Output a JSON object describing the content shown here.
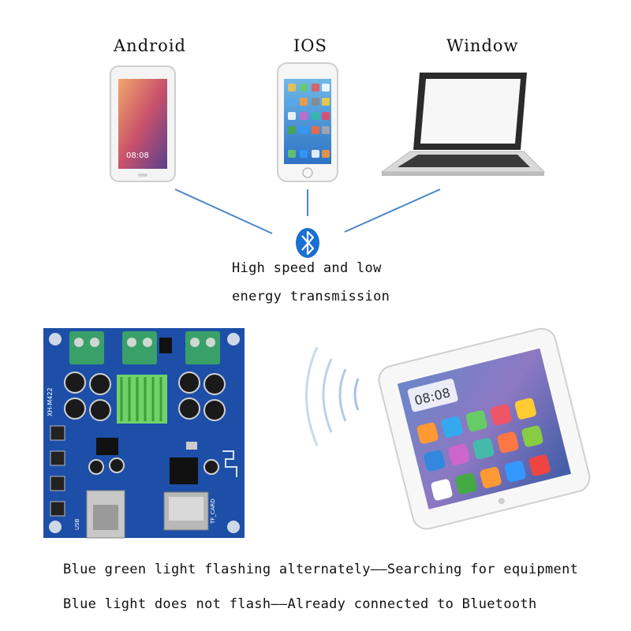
{
  "devices": [
    {
      "label": "Android"
    },
    {
      "label": "IOS"
    },
    {
      "label": "Window"
    }
  ],
  "phone_clock": "08:08",
  "bluetooth": {
    "icon": "bluetooth-icon",
    "color": "#1a6fd1"
  },
  "tagline_line1": "High speed and low",
  "tagline_line2": "energy transmission",
  "board": {
    "model_text": "XH-M422",
    "usb_label": "USB",
    "tf_label": "TF_CARD"
  },
  "status_line1": "Blue green light flashing alternately——Searching for equipment",
  "status_line2": "Blue light does not flash——Already connected to Bluetooth",
  "colors": {
    "pcb": "#1d4fa8",
    "terminal": "#3aa06a",
    "heatsink": "#6fd36a",
    "line": "#4a86c8"
  }
}
